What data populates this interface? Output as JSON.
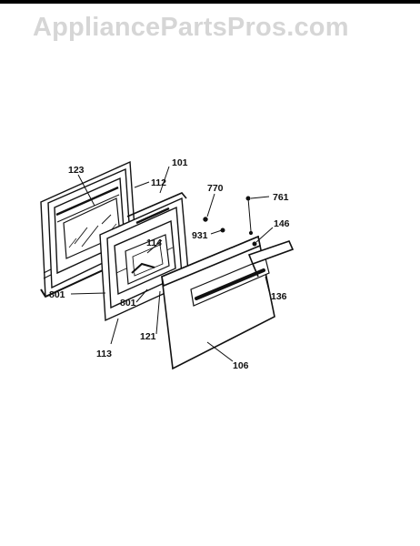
{
  "watermark": "AppliancePartsPros.com",
  "colors": {
    "line": "#111111",
    "watermark": "#d6d6d6",
    "background": "#ffffff"
  },
  "labels": {
    "p123": "123",
    "p101": "101",
    "p112": "112",
    "p770": "770",
    "p761": "761",
    "p114": "114",
    "p931": "931",
    "p146": "146",
    "p801a": "801",
    "p801b": "801",
    "p136": "136",
    "p113": "113",
    "p121": "121",
    "p106": "106"
  }
}
